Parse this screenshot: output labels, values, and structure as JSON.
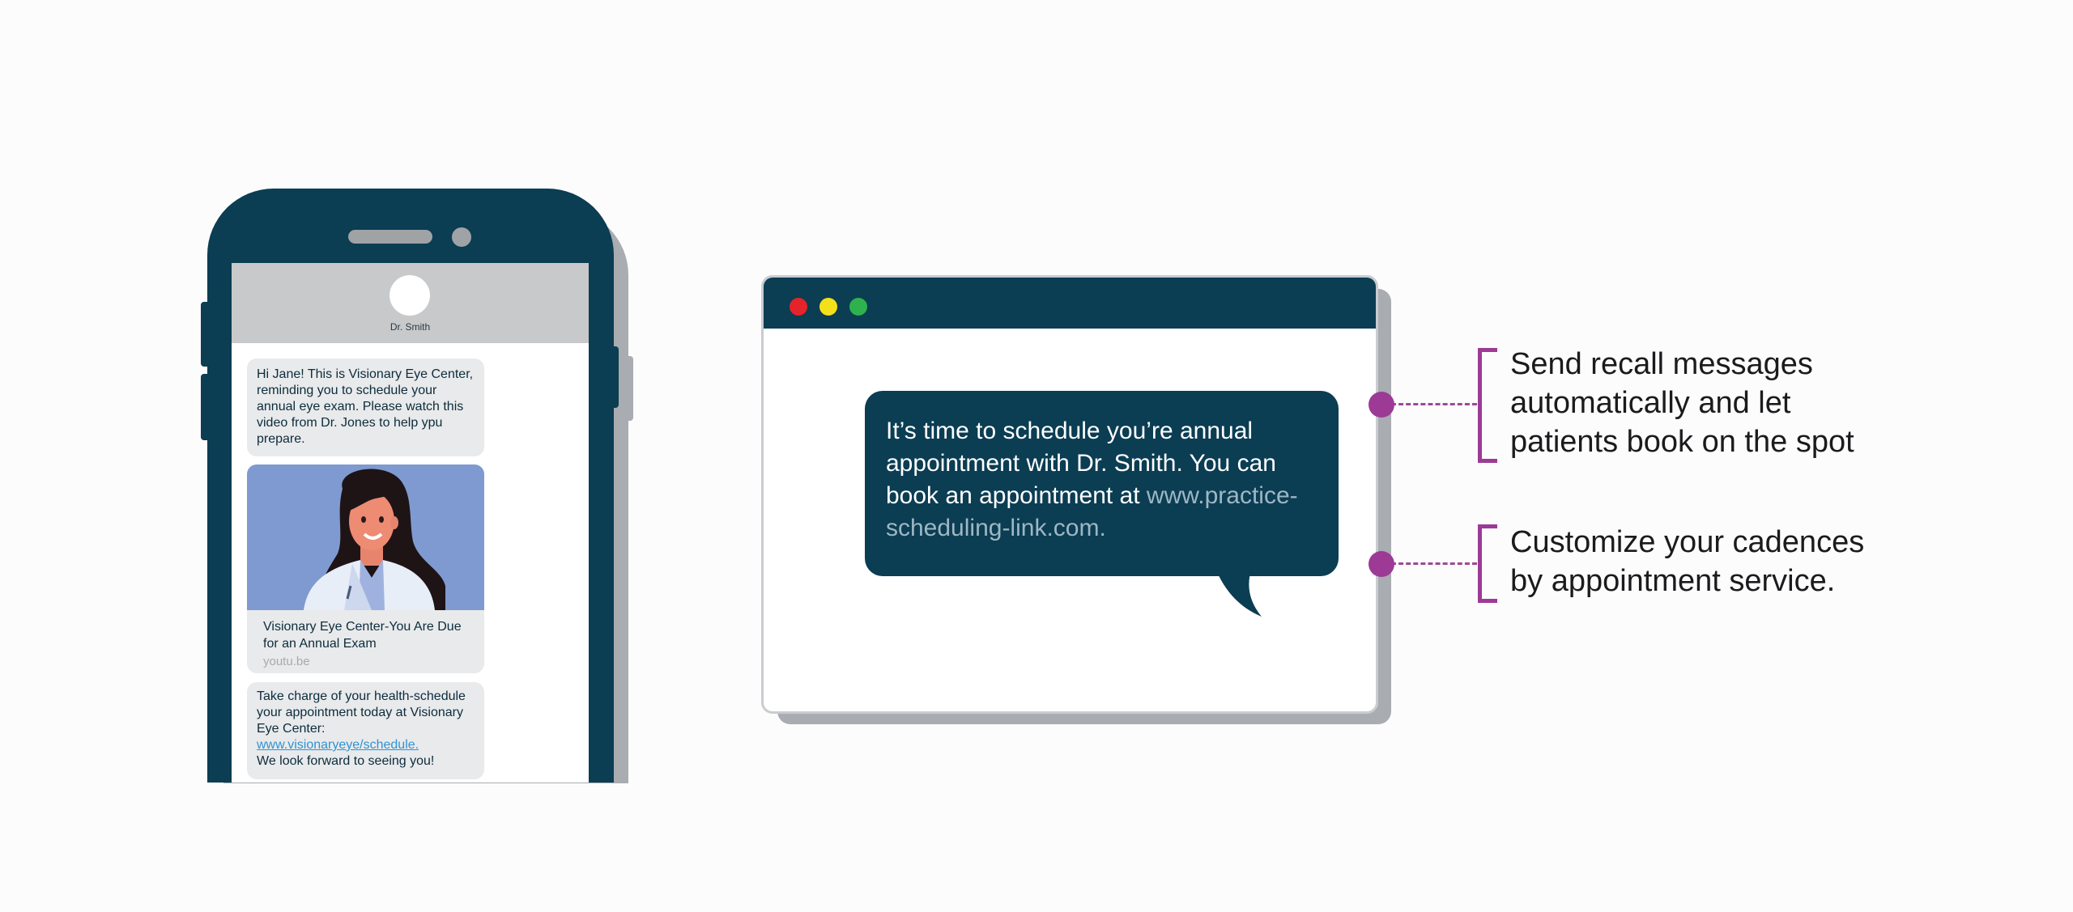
{
  "phone": {
    "contact_name": "Dr. Smith",
    "messages": [
      {
        "text": "Hi Jane! This is Visionary Eye Center, reminding you to schedule your annual eye exam. Please watch this video from Dr. Jones to help ypu prepare."
      },
      {
        "link_title": "Visionary Eye Center-You Are Due for an Annual Exam",
        "link_domain": "youtu.be"
      },
      {
        "text_before": "Take charge of your health-schedule your appointment today at Visionary Eye Center:",
        "link": "www.visionaryeye/schedule.",
        "text_after": "We look forward to seeing you!"
      }
    ]
  },
  "browser": {
    "message_text": "It’s time to schedule you’re annual appointment with Dr. Smith. You can book an appointment at",
    "message_link": "www.practice-scheduling-link.com."
  },
  "callouts": [
    {
      "text": "Send recall messages automatically and let patients book on the spot"
    },
    {
      "text": "Customize your cadences by appointment service."
    }
  ],
  "colors": {
    "navy": "#0b3d53",
    "accent_purple": "#9c3a96",
    "link_blue": "#2f93d3",
    "illustration_bg": "#7f9ad0"
  }
}
